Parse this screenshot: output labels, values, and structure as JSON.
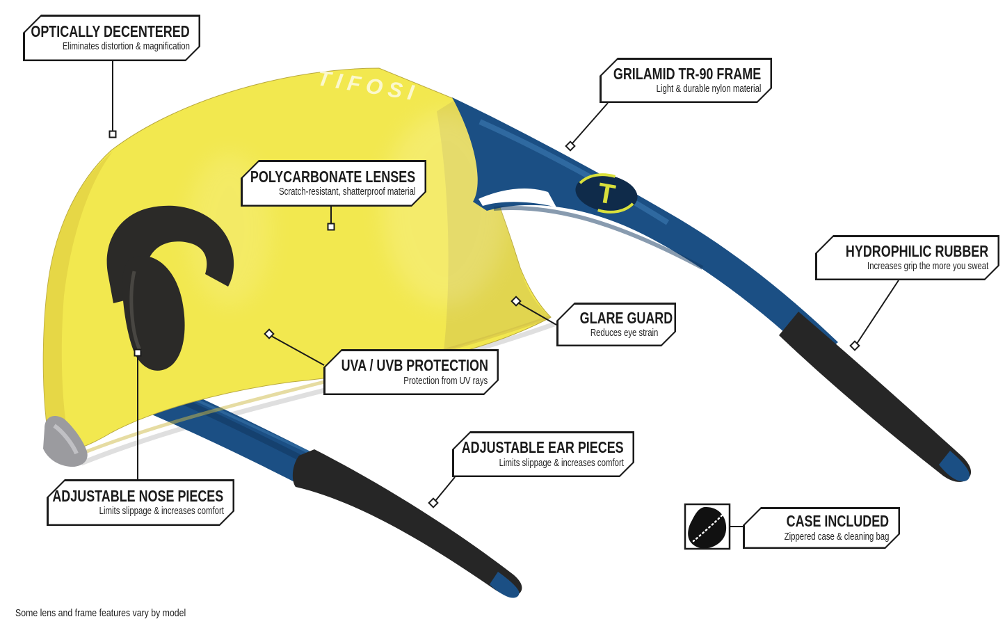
{
  "page": {
    "footnote": "Some lens and frame features vary by model"
  },
  "brand": {
    "lens_logo": "TIFOSI",
    "temple_logo_letter": "T"
  },
  "callouts": [
    {
      "id": "optically-decentered",
      "title": "OPTICALLY DECENTERED",
      "subtitle": "Eliminates distortion & magnification"
    },
    {
      "id": "grilamid-tr90-frame",
      "title": "GRILAMID TR-90 FRAME",
      "subtitle": "Light & durable nylon material"
    },
    {
      "id": "polycarbonate-lenses",
      "title": "POLYCARBONATE LENSES",
      "subtitle": "Scratch-resistant, shatterproof material"
    },
    {
      "id": "hydrophilic-rubber",
      "title": "HYDROPHILIC RUBBER",
      "subtitle": "Increases grip the more you sweat"
    },
    {
      "id": "glare-guard",
      "title": "GLARE GUARD",
      "subtitle": "Reduces eye strain"
    },
    {
      "id": "uva-uvb-protection",
      "title": "UVA / UVB PROTECTION",
      "subtitle": "Protection from UV rays"
    },
    {
      "id": "adjustable-ear-pieces",
      "title": "ADJUSTABLE EAR PIECES",
      "subtitle": "Limits slippage & increases comfort"
    },
    {
      "id": "adjustable-nose-pieces",
      "title": "ADJUSTABLE NOSE PIECES",
      "subtitle": "Limits slippage & increases comfort"
    },
    {
      "id": "case-included",
      "title": "CASE INCLUDED",
      "subtitle": "Zippered case & cleaning bag"
    }
  ],
  "colors": {
    "lens-yellow": "#F2E84F",
    "lens-yellow-dark": "#DCC93F",
    "frame-blue": "#1B4F84",
    "frame-blue-dark": "#11375F",
    "frame-blue-light": "#3E7BB2",
    "rubber-black": "#262626",
    "nose-dark": "#2B2A28",
    "gray-tip": "#9B9B9F",
    "line-black": "#1A1A1A",
    "logo-yellow": "#D9E03C",
    "badge-navy": "#0F2B4A"
  }
}
